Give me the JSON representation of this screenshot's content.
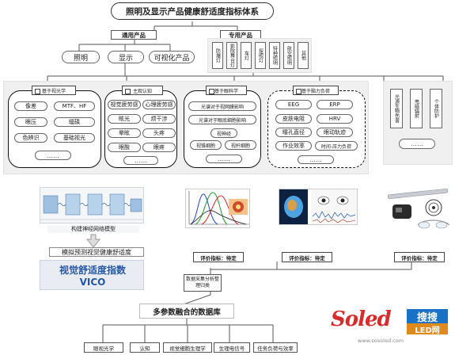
{
  "title": "照明及显示产品健康舒适度指标体系",
  "general": {
    "label": "通用产品",
    "items": [
      "照明",
      "显示",
      "可视化产品"
    ]
  },
  "special": {
    "label": "专用产品",
    "items": [
      "防爆灯",
      "影院舞台灯",
      "车灯",
      "探照灯",
      "特种照明",
      "航空照明",
      "其他"
    ]
  },
  "groups": {
    "visual_optics": {
      "header": "基于视光学",
      "items": [
        "像差",
        "MTF、HF",
        "眼压",
        "辐辏",
        "色辨识",
        "基础视光",
        "……"
      ]
    },
    "subjective": {
      "header": "主观认知",
      "items": [
        "视觉疲劳感",
        "心理疲劳感",
        "眩光",
        "烦干涉",
        "晕眩",
        "头疼",
        "眼酸",
        "眼疼",
        "……"
      ]
    },
    "ophthalmology": {
      "header": "基于眼科学",
      "items": [
        "光谱对于视网膜影响",
        "光谱对于眼底细胞影响",
        "视神经",
        "视锥细胞",
        "视杆细胞",
        "……"
      ]
    },
    "cognitive": {
      "header": "基于脑力负荷",
      "items": [
        "EEG",
        "ERP",
        "皮肤电阻",
        "HRV",
        "瞳孔直径",
        "眼动轨迹",
        "作业效率",
        "时间-压力负荷",
        "……"
      ]
    },
    "other": {
      "items": [
        "光源生物伤害",
        "电磁辐射",
        "个体防护",
        "……"
      ]
    }
  },
  "model": {
    "image_caption": "构建神经网络模型",
    "predict_label": "模拟预测视觉健康舒适度",
    "vico_line1": "视觉舒适度指数",
    "vico_line2": "VICO"
  },
  "eval": {
    "label1": "评价指标：待定",
    "label2": "评价指标：待定",
    "label3": "评价指标：待定"
  },
  "data_collection": "数据采集分析整理归类",
  "database": "多参数融合的数据库",
  "bottom": [
    "眼视光学",
    "认知",
    "视觉细胞生理学",
    "生理电信号",
    "任务负荷与效率"
  ],
  "watermark": {
    "brand": "Soled",
    "cn": "搜搜",
    "led": "LED网",
    "url": "www.sosoled.com"
  },
  "colors": {
    "vico_blue": "#2457a6",
    "brand_red": "#d82c2c",
    "brand_orange": "#e08a1c",
    "brand_blue": "#1a72c6"
  }
}
